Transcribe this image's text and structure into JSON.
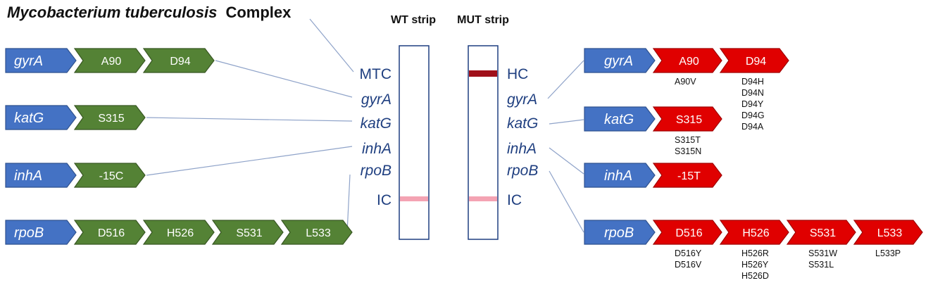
{
  "title": {
    "italic_part": "Mycobacterium tuberculosis",
    "plain_part": "Complex"
  },
  "strips": {
    "wt_label": "WT strip",
    "mut_label": "MUT strip",
    "wt_probes": [
      "MTC",
      "gyrA",
      "katG",
      "inhA",
      "rpoB",
      "IC"
    ],
    "mut_probes": [
      "HC",
      "gyrA",
      "katG",
      "inhA",
      "rpoB",
      "IC"
    ],
    "colors": {
      "outline": "#1f3f80",
      "ic_band": "#f4a3b3",
      "hc_band": "#a0101a"
    }
  },
  "wildtype_genes": [
    {
      "gene": "gyrA",
      "segments": [
        "A90",
        "D94"
      ]
    },
    {
      "gene": "katG",
      "segments": [
        "S315"
      ]
    },
    {
      "gene": "inhA",
      "segments": [
        "-15C"
      ]
    },
    {
      "gene": "rpoB",
      "segments": [
        "D516",
        "H526",
        "S531",
        "L533"
      ]
    }
  ],
  "mutant_genes": [
    {
      "gene": "gyrA",
      "segments": [
        {
          "label": "A90",
          "mutations": [
            "A90V"
          ]
        },
        {
          "label": "D94",
          "mutations": [
            "D94H",
            "D94N",
            "D94Y",
            "D94G",
            "D94A"
          ]
        }
      ]
    },
    {
      "gene": "katG",
      "segments": [
        {
          "label": "S315",
          "mutations": [
            "S315T",
            "S315N"
          ]
        }
      ]
    },
    {
      "gene": "inhA",
      "segments": [
        {
          "label": "-15T",
          "mutations": []
        }
      ]
    },
    {
      "gene": "rpoB",
      "segments": [
        {
          "label": "D516",
          "mutations": [
            "D516Y",
            "D516V"
          ]
        },
        {
          "label": "H526",
          "mutations": [
            "H526R",
            "H526Y",
            "H526D"
          ]
        },
        {
          "label": "S531",
          "mutations": [
            "S531W",
            "S531L"
          ]
        },
        {
          "label": "L533",
          "mutations": [
            "L533P"
          ]
        }
      ]
    }
  ],
  "colors": {
    "gene": "#4472c4",
    "wildtype": "#548235",
    "mutant": "#e00000"
  }
}
